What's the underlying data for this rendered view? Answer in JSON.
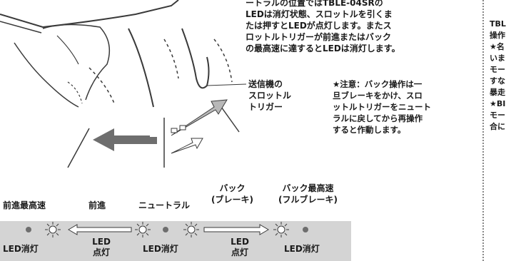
{
  "top_text": {
    "lines": [
      "ートラルの位置ではTBLE-04SRの",
      "LEDは消灯状態、スロットルを引くま",
      "たは押すとLEDが点灯します。またス",
      "ロットルトリガーが前進またはバック",
      "の最高速に達するとLEDは消灯します。"
    ]
  },
  "callout": {
    "lines": [
      "送信機の",
      "スロットル",
      "トリガー"
    ]
  },
  "note": {
    "lines": [
      "★注意：バック操作は一",
      "旦ブレーキをかけ、スロ",
      "ットルトリガーをニュート",
      "ラルに戻してから再操作",
      "すると作動します。"
    ]
  },
  "positions": {
    "forward_max": "前進最高速",
    "forward": "前進",
    "neutral": "ニュートラル",
    "back_line1": "バック",
    "back_line2": "(ブレーキ)",
    "back_max_line1": "バック最高速",
    "back_max_line2": "(フルブレーキ)"
  },
  "led_bar": {
    "off_1": "LED消灯",
    "on_left_line1": "LED",
    "on_left_line2": "点灯",
    "off_2": "LED消灯",
    "on_right_line1": "LED",
    "on_right_line2": "点灯",
    "off_3": "LED消灯"
  },
  "side_column": {
    "lines": [
      "TBL",
      "操作",
      "★名",
      "いま",
      "モー",
      "すな",
      "暴走",
      "★BI",
      "モー",
      "合に"
    ]
  },
  "colors": {
    "bar_bg": "#d4d4d4",
    "arrow_dark": "#6e6e6e",
    "arrow_light": "#b8b8b8",
    "line": "#3a3a3a"
  }
}
